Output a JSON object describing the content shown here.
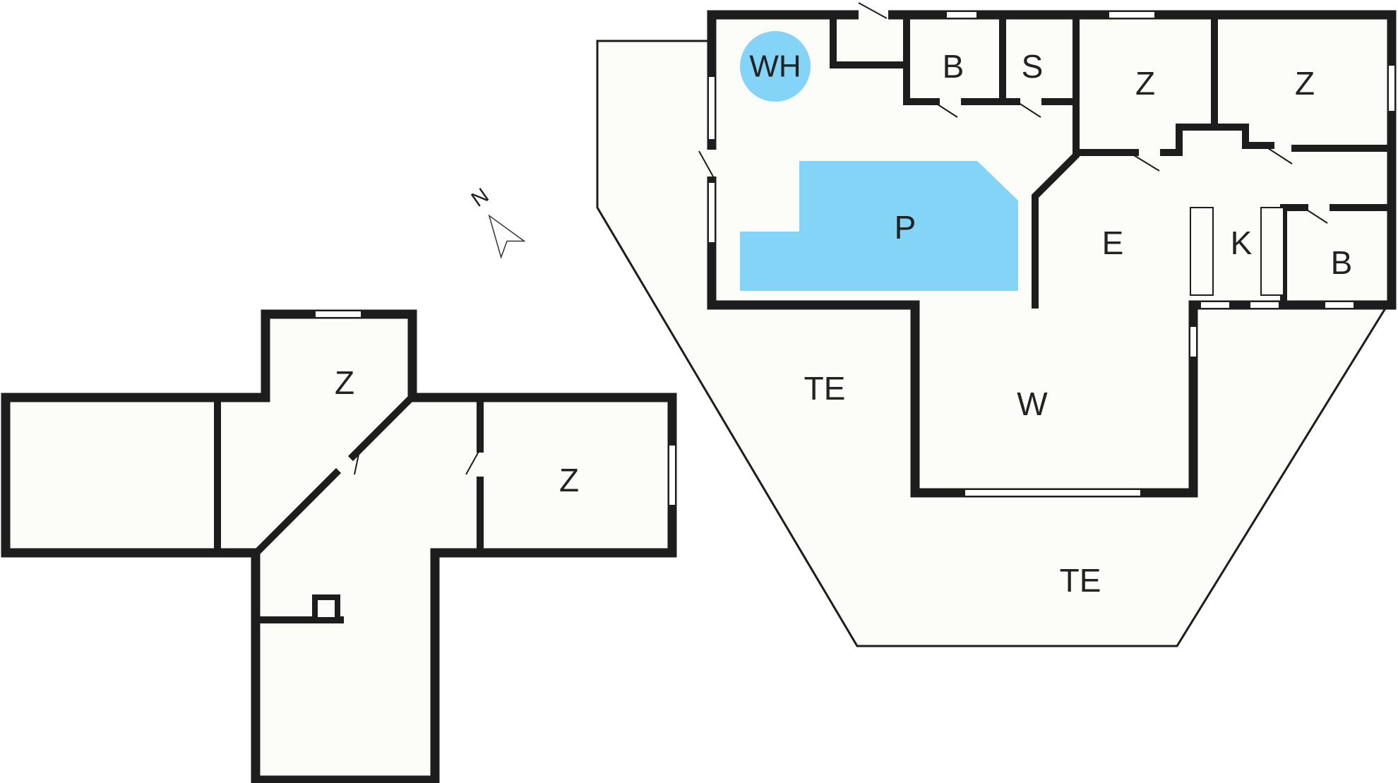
{
  "colors": {
    "wall": "#1d1d1d",
    "floor": "#fcfcf8",
    "water": "#83d4f7",
    "background": "#ffffff"
  },
  "compass": {
    "label": "N",
    "icon": "north-arrow-icon"
  },
  "rooms": {
    "pool": "P",
    "whirlpool": "WH",
    "bath_top": "B",
    "sauna": "S",
    "bedroom_top_1": "Z",
    "bedroom_top_2": "Z",
    "dining": "E",
    "kitchen": "K",
    "bath_right": "B",
    "living": "W",
    "terrace_left": "TE",
    "terrace_bottom": "TE",
    "bedroom_upper_top": "Z",
    "bedroom_upper_right": "Z"
  }
}
